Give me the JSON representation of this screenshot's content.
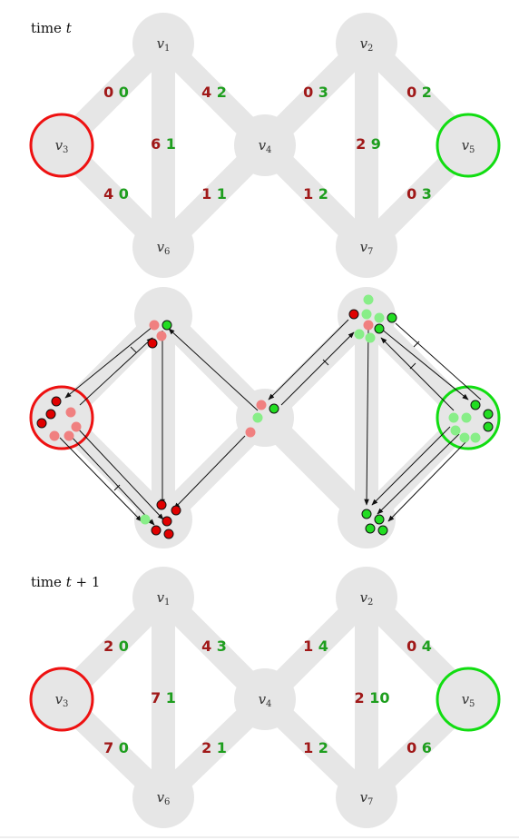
{
  "colors": {
    "red": "#ee1111",
    "green": "#11dd11",
    "edge": "#e6e6e6",
    "num_red": "#a01818",
    "num_green": "#1e9e1e"
  },
  "panel_top": {
    "title_word": "time",
    "title_var": "t",
    "title_suffix": "",
    "nodes": {
      "v1": {
        "base": "v",
        "sub": "1"
      },
      "v2": {
        "base": "v",
        "sub": "2"
      },
      "v3": {
        "base": "v",
        "sub": "3"
      },
      "v4": {
        "base": "v",
        "sub": "4"
      },
      "v5": {
        "base": "v",
        "sub": "5"
      },
      "v6": {
        "base": "v",
        "sub": "6"
      },
      "v7": {
        "base": "v",
        "sub": "7"
      }
    },
    "edges": {
      "v3_v1": {
        "red": "0",
        "green": "0"
      },
      "v1_v4": {
        "red": "4",
        "green": "2"
      },
      "v4_v2": {
        "red": "0",
        "green": "3"
      },
      "v2_v5": {
        "red": "0",
        "green": "2"
      },
      "v1_v6": {
        "red": "6",
        "green": "1"
      },
      "v2_v7": {
        "red": "2",
        "green": "9"
      },
      "v3_v6": {
        "red": "4",
        "green": "0"
      },
      "v6_v4": {
        "red": "1",
        "green": "1"
      },
      "v4_v7": {
        "red": "1",
        "green": "2"
      },
      "v7_v5": {
        "red": "0",
        "green": "3"
      }
    }
  },
  "panel_bottom": {
    "title_word": "time",
    "title_var": "t",
    "title_suffix": "+ 1",
    "nodes": {
      "v1": {
        "base": "v",
        "sub": "1"
      },
      "v2": {
        "base": "v",
        "sub": "2"
      },
      "v3": {
        "base": "v",
        "sub": "3"
      },
      "v4": {
        "base": "v",
        "sub": "4"
      },
      "v5": {
        "base": "v",
        "sub": "5"
      },
      "v6": {
        "base": "v",
        "sub": "6"
      },
      "v7": {
        "base": "v",
        "sub": "7"
      }
    },
    "edges": {
      "v3_v1": {
        "red": "2",
        "green": "0"
      },
      "v1_v4": {
        "red": "4",
        "green": "3"
      },
      "v4_v2": {
        "red": "1",
        "green": "4"
      },
      "v2_v5": {
        "red": "0",
        "green": "4"
      },
      "v1_v6": {
        "red": "7",
        "green": "1"
      },
      "v2_v7": {
        "red": "2",
        "green": "10"
      },
      "v3_v6": {
        "red": "7",
        "green": "0"
      },
      "v6_v4": {
        "red": "2",
        "green": "1"
      },
      "v4_v7": {
        "red": "1",
        "green": "2"
      },
      "v7_v5": {
        "red": "0",
        "green": "6"
      }
    }
  }
}
